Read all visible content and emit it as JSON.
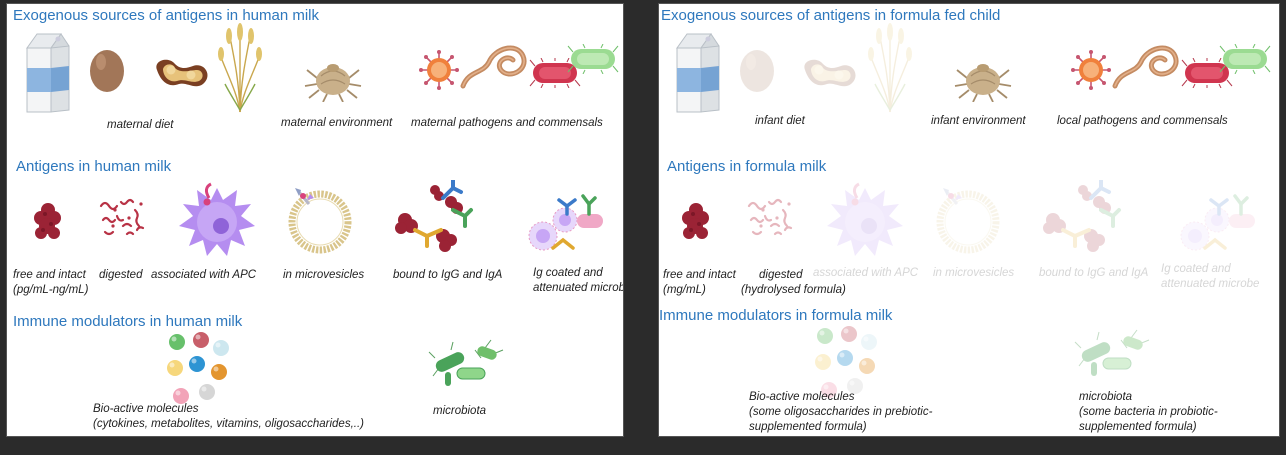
{
  "colors": {
    "heading": "#2e78bd",
    "antigen": "#9b2335",
    "apc": "#b58df0",
    "microvesicle": "#d9c58b",
    "igg": "#3b7ac9",
    "iga": "#4aa35a",
    "pathogen_red": "#c8334a",
    "commensal_green": "#8fd68a"
  },
  "left": {
    "heading_sources": "Exogenous sources of antigens in human milk",
    "cap_diet": "maternal diet",
    "cap_env": "maternal environment",
    "cap_path": "maternal pathogens and commensals",
    "heading_antigens": "Antigens in human milk",
    "cap_free_1": "free and intact",
    "cap_free_2": "(pg/mL-ng/mL)",
    "cap_digested": "digested",
    "cap_apc": "associated with APC",
    "cap_micro": "in microvesicles",
    "cap_bound": "bound to IgG and IgA",
    "cap_ig_1": "Ig coated and",
    "cap_ig_2": "attenuated  microbe",
    "heading_modulators": "Immune modulators in human milk",
    "cap_bio_1": "Bio-active molecules",
    "cap_bio_2": "(cytokines, metabolites, vitamins, oligosaccharides,..)",
    "cap_microbiota": "microbiota"
  },
  "right": {
    "heading_sources": "Exogenous sources of antigens in formula fed child",
    "cap_diet": "infant diet",
    "cap_env": "infant environment",
    "cap_path": "local pathogens and commensals",
    "heading_antigens": "Antigens in formula milk",
    "cap_free_1": "free and intact",
    "cap_free_2": "(mg/mL)",
    "cap_digested_1": "digested",
    "cap_digested_2": "(hydrolysed formula)",
    "cap_apc": "associated with APC",
    "cap_micro": "in microvesicles",
    "cap_bound": "bound to IgG and IgA",
    "cap_ig_1": "Ig coated and",
    "cap_ig_2": "attenuated  microbe",
    "heading_modulators": "Immune modulators in formula milk",
    "cap_bio_1": "Bio-active molecules",
    "cap_bio_2": "(some oligosaccharides in prebiotic-",
    "cap_bio_3": "supplemented formula)",
    "cap_microbiota_1": "microbiota",
    "cap_microbiota_2": "(some bacteria in probiotic-",
    "cap_microbiota_3": "supplemented formula)"
  }
}
